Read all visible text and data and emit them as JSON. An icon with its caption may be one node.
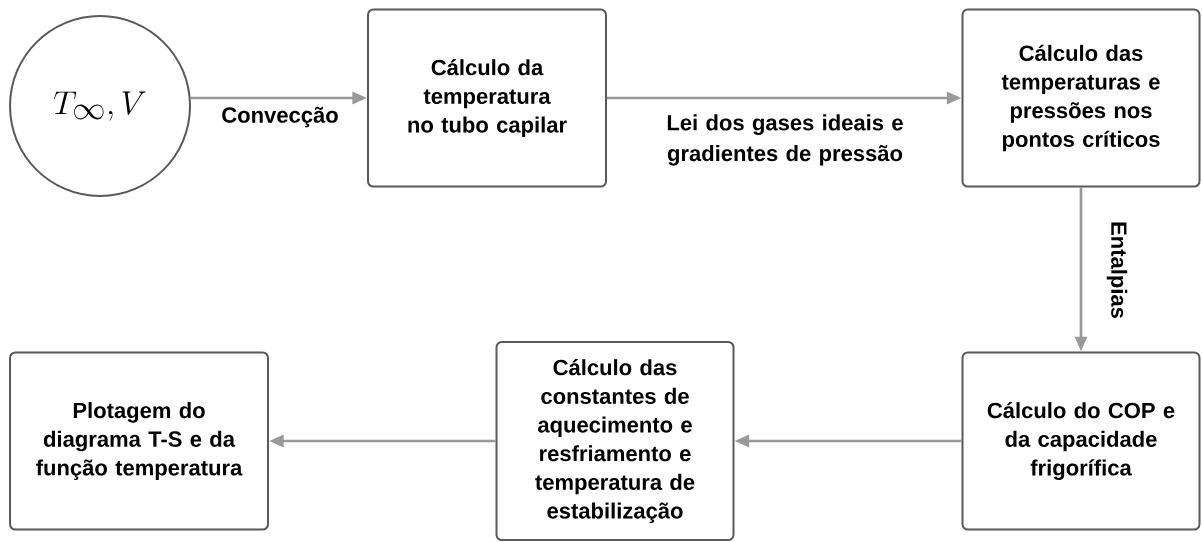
{
  "diagram": {
    "nodes": [
      {
        "text": [
          "T_{\\infty}, V"
        ]
      },
      {
        "text": [
          "Cálculo da temperatura no tubo capilar"
        ]
      },
      {
        "text": [
          "Cálculo das temperaturas e pressões nos pontos críticos"
        ]
      },
      {
        "text": [
          "Cálculo do COP e da capacidade frigorífica"
        ]
      },
      {
        "text": [
          "Cálculo das constantes de aquecimento e resfriamento e temperatura de estabilização"
        ]
      },
      {
        "text": [
          "Plotagem do diagrama T-S e da função temperatura"
        ]
      }
    ],
    "edges": [
      {
        "from": 0,
        "to": 1,
        "arrow": "to",
        "label": "Convecção"
      },
      {
        "from": 1,
        "to": 2,
        "arrow": "to",
        "label": "Lei dos gases ideais e gradientes de pressão"
      },
      {
        "from": 2,
        "to": 3,
        "arrow": "to",
        "label": "Entalpias"
      },
      {
        "from": 3,
        "to": 4,
        "arrow": "to"
      },
      {
        "from": 4,
        "to": 5,
        "arrow": "to"
      }
    ]
  }
}
